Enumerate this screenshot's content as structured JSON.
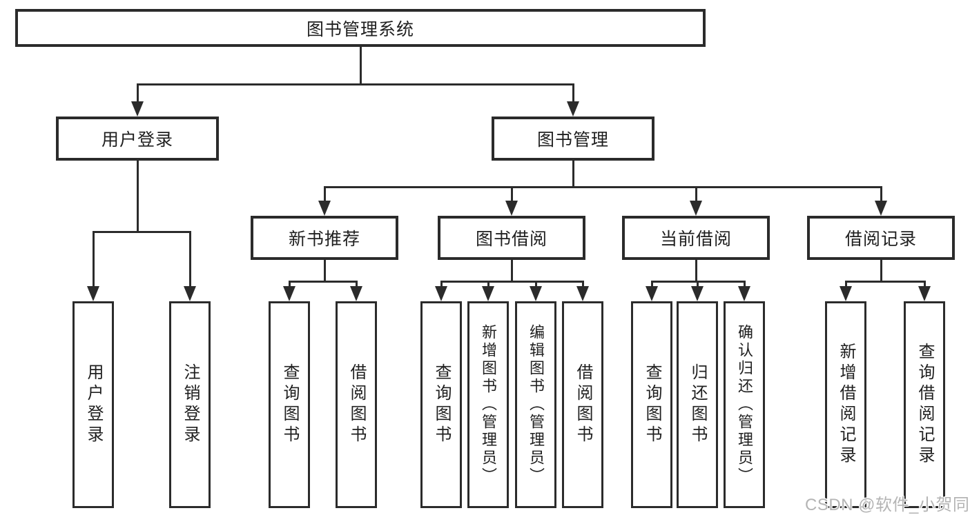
{
  "nodes": {
    "root": "图书管理系统",
    "user_login": "用户登录",
    "book_mgmt": "图书管理",
    "new_books": "新书推荐",
    "book_borrow": "图书借阅",
    "current_borrow": "当前借阅",
    "borrow_records": "借阅记录",
    "leaves": {
      "g1": [
        "用户登录",
        "注销登录"
      ],
      "g2": [
        "查询图书",
        "借阅图书"
      ],
      "g3": [
        "查询图书",
        "新增图书（管理员）",
        "编辑图书（管理员）",
        "借阅图书"
      ],
      "g4": [
        "查询图书",
        "归还图书",
        "确认归还（管理员）"
      ],
      "g5": [
        "新增借阅记录",
        "查询借阅记录"
      ]
    }
  },
  "watermark": "CSDN @软件_小贺同学",
  "colors": {
    "line": "#2b2b2b",
    "text": "#1f1f1f",
    "watermark": "#b4b4b4",
    "background": "#ffffff"
  }
}
